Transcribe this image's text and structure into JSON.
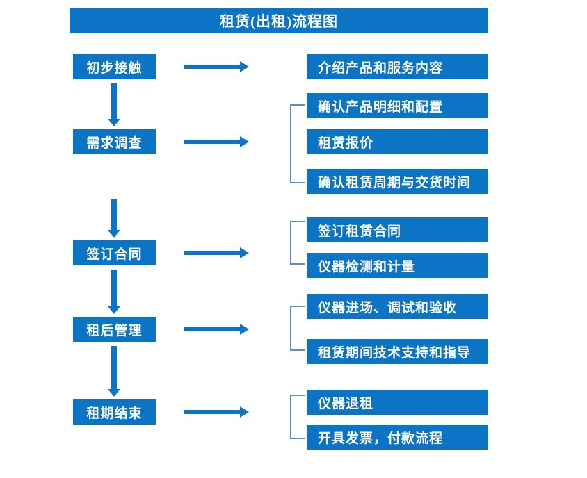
{
  "diagram": {
    "title": "租赁(出租)流程图",
    "accent_color": "#0b74c4",
    "bracket_color": "#5b8fc4",
    "text_color": "#ffffff",
    "background_color": "#ffffff",
    "stages": [
      {
        "label": "初步接触"
      },
      {
        "label": "需求调查"
      },
      {
        "label": "签订合同"
      },
      {
        "label": "租后管理"
      },
      {
        "label": "租期结束"
      }
    ],
    "details": [
      {
        "label": "介绍产品和服务内容"
      },
      {
        "label": "确认产品明细和配置"
      },
      {
        "label": "租赁报价"
      },
      {
        "label": "确认租赁周期与交货时间"
      },
      {
        "label": "签订租赁合同"
      },
      {
        "label": "仪器检测和计量"
      },
      {
        "label": "仪器进场、调试和验收"
      },
      {
        "label": "租赁期间技术支持和指导"
      },
      {
        "label": "仪器退租"
      },
      {
        "label": "开具发票，付款流程"
      }
    ]
  }
}
